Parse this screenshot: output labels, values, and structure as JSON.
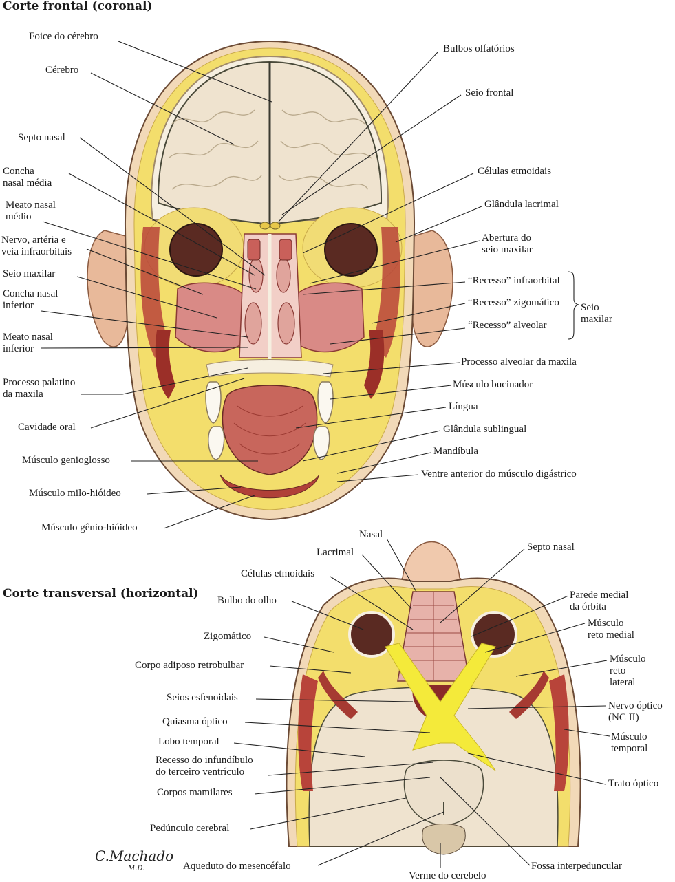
{
  "titles": {
    "frontal": "Corte frontal (coronal)",
    "transverse": "Corte transversal (horizontal)"
  },
  "signature": {
    "name": "C.Machado",
    "suffix": "M.D."
  },
  "frontal_labels": {
    "foice": "Foice do cérebro",
    "cerebro": "Cérebro",
    "septo_nasal": "Septo nasal",
    "concha_media": [
      "Concha",
      "nasal média"
    ],
    "meato_medio": [
      "Meato nasal",
      "médio"
    ],
    "nervo_infra": [
      "Nervo, artéria e",
      "veia infraorbitais"
    ],
    "seio_maxilar": "Seio maxilar",
    "concha_inferior": [
      "Concha nasal",
      "inferior"
    ],
    "meato_inferior": [
      "Meato nasal",
      "inferior"
    ],
    "processo_palatino": [
      "Processo palatino",
      "da maxila"
    ],
    "cavidade_oral": "Cavidade oral",
    "genioglosso": "Músculo genioglosso",
    "milo_hioideo": "Músculo milo-hióideo",
    "genio_hioideo": "Músculo gênio-hióideo",
    "bulbos_olfatorios": "Bulbos olfatórios",
    "seio_frontal": "Seio frontal",
    "celulas_etmoidais": "Células etmoidais",
    "glandula_lacrimal": "Glândula lacrimal",
    "abertura_seio": [
      "Abertura do",
      "seio maxilar"
    ],
    "recesso_infraorbital": "“Recesso” infraorbital",
    "recesso_zigomatico": "“Recesso” zigomático",
    "recesso_alveolar": "“Recesso” alveolar",
    "seio_maxilar_group": [
      "Seio",
      "maxilar"
    ],
    "processo_alveolar": "Processo alveolar da maxila",
    "bucinador": "Músculo bucinador",
    "lingua": "Língua",
    "glandula_sublingual": "Glândula sublingual",
    "mandibula": "Mandíbula",
    "digastrico": "Ventre anterior do músculo digástrico"
  },
  "transverse_labels": {
    "nasal": "Nasal",
    "lacrimal": "Lacrimal",
    "celulas_etmoidais": "Células etmoidais",
    "bulbo_olho": "Bulbo do olho",
    "zigomatico": "Zigomático",
    "corpo_adiposo": "Corpo adiposo retrobulbar",
    "seios_esfenoidais": "Seios esfenoidais",
    "quiasma": "Quiasma óptico",
    "lobo_temporal": "Lobo temporal",
    "recesso_infundibulo": [
      "Recesso do infundíbulo",
      "do terceiro ventrículo"
    ],
    "corpos_mamilares": "Corpos mamilares",
    "pedunculo": "Pedúnculo cerebral",
    "aqueduto": "Aqueduto do mesencéfalo",
    "verme": "Verme do cerebelo",
    "septo_nasal": "Septo nasal",
    "parede_medial": [
      "Parede medial",
      "da órbita"
    ],
    "reto_medial": [
      "Músculo",
      "reto medial"
    ],
    "reto_lateral": [
      "Músculo",
      "reto",
      "lateral"
    ],
    "nervo_optico": [
      "Nervo óptico",
      "(NC II)"
    ],
    "temporal": [
      "Músculo",
      "temporal"
    ],
    "trato_optico": "Trato óptico",
    "fossa_interpeduncular": "Fossa interpeduncular"
  },
  "colors": {
    "skin": "#f2d9b8",
    "fat": "#f3de6c",
    "brain": "#efe3cf",
    "muscle": "#b8443a",
    "mucosa": "#d98a86",
    "eye": "#5a2a22",
    "nerve": "#f4ea3a",
    "bone": "#f6efe0"
  }
}
